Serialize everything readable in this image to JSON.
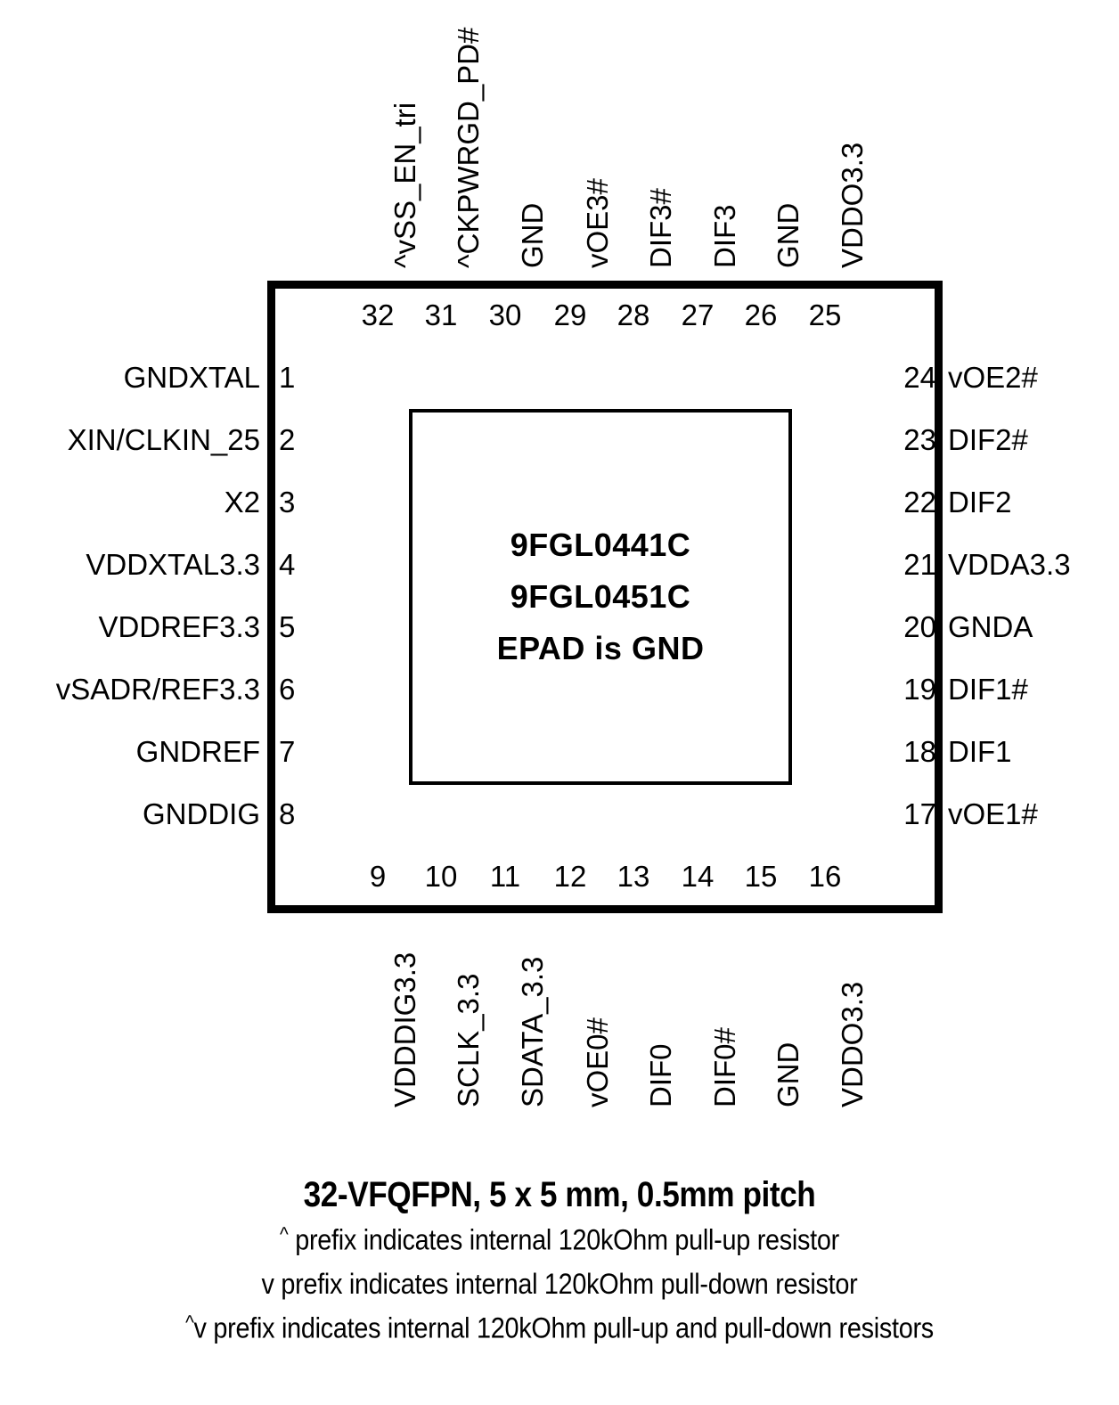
{
  "package": {
    "center_lines": [
      "9FGL0441C",
      "9FGL0451C",
      "EPAD is GND"
    ],
    "epad_label": "EPAD is GND"
  },
  "pins": {
    "left": [
      {
        "number": "1",
        "label": "GNDXTAL"
      },
      {
        "number": "2",
        "label": "XIN/CLKIN_25"
      },
      {
        "number": "3",
        "label": "X2"
      },
      {
        "number": "4",
        "label": "VDDXTAL3.3"
      },
      {
        "number": "5",
        "label": "VDDREF3.3"
      },
      {
        "number": "6",
        "label": "vSADR/REF3.3"
      },
      {
        "number": "7",
        "label": "GNDREF"
      },
      {
        "number": "8",
        "label": "GNDDIG"
      }
    ],
    "bottom": [
      {
        "number": "9",
        "label": "VDDDIG3.3"
      },
      {
        "number": "10",
        "label": "SCLK_3.3"
      },
      {
        "number": "11",
        "label": "SDATA_3.3"
      },
      {
        "number": "12",
        "label": "vOE0#"
      },
      {
        "number": "13",
        "label": "DIF0"
      },
      {
        "number": "14",
        "label": "DIF0#"
      },
      {
        "number": "15",
        "label": "GND"
      },
      {
        "number": "16",
        "label": "VDDO3.3"
      }
    ],
    "right": [
      {
        "number": "24",
        "label": "vOE2#"
      },
      {
        "number": "23",
        "label": "DIF2#"
      },
      {
        "number": "22",
        "label": "DIF2"
      },
      {
        "number": "21",
        "label": "VDDA3.3"
      },
      {
        "number": "20",
        "label": "GNDA"
      },
      {
        "number": "19",
        "label": "DIF1#"
      },
      {
        "number": "18",
        "label": "DIF1"
      },
      {
        "number": "17",
        "label": "vOE1#"
      }
    ],
    "top": [
      {
        "number": "32",
        "label": "^vSS_EN_tri"
      },
      {
        "number": "31",
        "label": "^CKPWRGD_PD#"
      },
      {
        "number": "30",
        "label": "GND"
      },
      {
        "number": "29",
        "label": "vOE3#"
      },
      {
        "number": "28",
        "label": "DIF3#"
      },
      {
        "number": "27",
        "label": "DIF3"
      },
      {
        "number": "26",
        "label": "GND"
      },
      {
        "number": "25",
        "label": "VDDO3.3"
      }
    ]
  },
  "footer": {
    "title": "32-VFQFPN, 5 x 5 mm, 0.5mm pitch",
    "notes": [
      {
        "prefix": "^",
        "text": " prefix indicates internal 120kOhm pull-up resistor"
      },
      {
        "prefix": "v",
        "text": " prefix indicates internal 120kOhm pull-down resistor"
      },
      {
        "prefix": "^v",
        "text": " prefix indicates internal 120kOhm pull-up and pull-down resistors"
      }
    ]
  },
  "colors": {
    "outline": "#000000",
    "text": "#000000",
    "background": "#ffffff"
  }
}
